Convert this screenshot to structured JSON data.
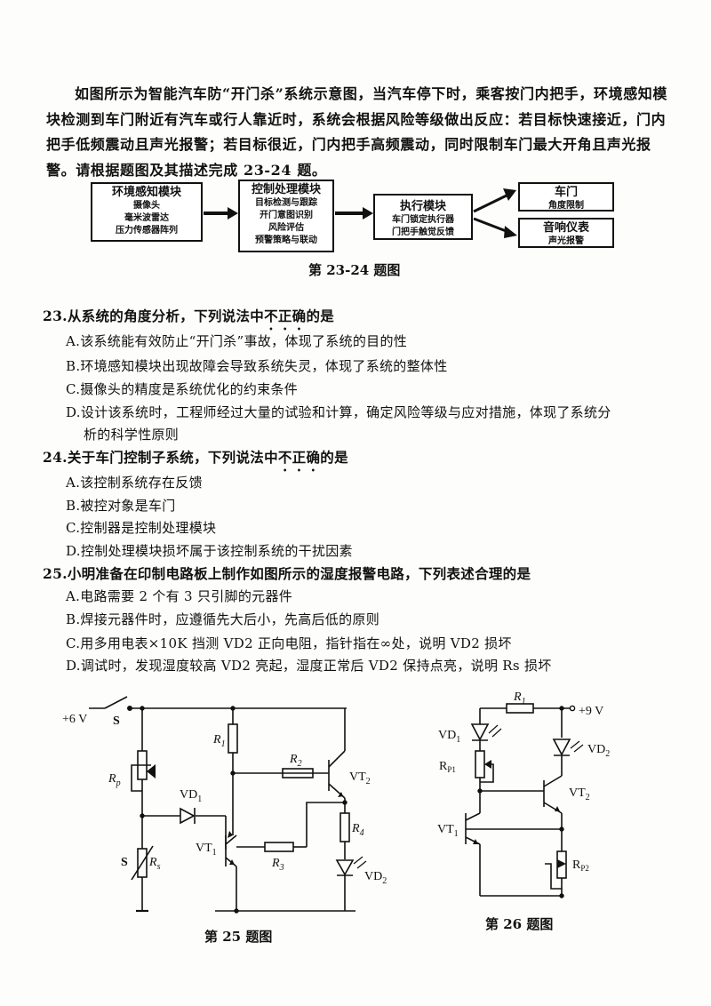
{
  "intro": "如图所示为智能汽车防“开门杀”系统示意图，当汽车停下时，乘客按门内把手，环境感知模块检测到车门附近有汽车或行人靠近时，系统会根据风险等级做出反应：若目标快速接近，门内把手低频震动且声光报警；若目标很近，门内把手高频震动，同时限制车门最大开角且声光报警。请根据题图及其描述完成 23-24 题。",
  "diagram": {
    "env": {
      "title": "环境感知模块",
      "lines": [
        "摄像头",
        "毫米波雷达",
        "压力传感器阵列"
      ]
    },
    "ctrl": {
      "title": "控制处理模块",
      "lines": [
        "目标检测与跟踪",
        "开门意图识别",
        "风险评估",
        "预警策略与联动"
      ]
    },
    "exec": {
      "title": "执行模块",
      "lines": [
        "车门锁定执行器",
        "门把手触觉反馈"
      ]
    },
    "door": {
      "title": "车门",
      "line": "角度限制"
    },
    "sound": {
      "title": "音响仪表",
      "line": "声光报警"
    },
    "caption": "第 23-24 题图"
  },
  "q23": {
    "pre": "23.从系统的角度分析，下列说法中",
    "em": "不正确",
    "post": "的是",
    "options": [
      "A.该系统能有效防止“开门杀”事故，体现了系统的目的性",
      "B.环境感知模块出现故障会导致系统失灵，体现了系统的整体性",
      "C.摄像头的精度是系统优化的约束条件",
      "D.设计该系统时，工程师经过大量的试验和计算，确定风险等级与应对措施，体现了系统分",
      "析的科学性原则"
    ]
  },
  "q24": {
    "pre": "24.关于车门控制子系统，下列说法中",
    "em": "不正确",
    "post": "的是",
    "options": [
      "A.该控制系统存在反馈",
      "B.被控对象是车门",
      "C.控制器是控制处理模块",
      "D.控制处理模块损坏属于该控制系统的干扰因素"
    ]
  },
  "q25": {
    "stem": "25.小明准备在印制电路板上制作如图所示的湿度报警电路，下列表述合理的是",
    "options": [
      "A.电路需要 2 个有 3 只引脚的元器件",
      "B.焊接元器件时，应遵循先大后小，先高后低的原则",
      "C.用多用电表×10K 挡测 VD2 正向电阻，指针指在∞处，说明 VD2 损坏",
      "D.调试时，发现湿度较高 VD2 亮起，湿度正常后 VD2 保持点亮，说明 Rs 损坏"
    ]
  },
  "fig25": {
    "caption": "第 25 题图",
    "labels": {
      "vcc": "+6 V",
      "s": "S",
      "rp": "R",
      "rp_sub": "p",
      "r1": "R",
      "r1_sub": "1",
      "r2": "R",
      "r2_sub": "2",
      "r3": "R",
      "r3_sub": "3",
      "r4": "R",
      "r4_sub": "4",
      "vd1": "VD",
      "vd1_sub": "1",
      "vd2": "VD",
      "vd2_sub": "2",
      "vt1": "VT",
      "vt1_sub": "1",
      "vt2": "VT",
      "vt2_sub": "2",
      "s2": "S",
      "rs": "R",
      "rs_sub": "s"
    }
  },
  "fig26": {
    "caption": "第 26 题图",
    "labels": {
      "vcc": "+9 V",
      "r1": "R",
      "r1_sub": "1",
      "vd1": "VD",
      "vd1_sub": "1",
      "vd2": "VD",
      "vd2_sub": "2",
      "rp1": "R",
      "rp1_sub": "P1",
      "rp2": "R",
      "rp2_sub": "P2",
      "vt1": "VT",
      "vt1_sub": "1",
      "vt2": "VT",
      "vt2_sub": "2"
    }
  }
}
